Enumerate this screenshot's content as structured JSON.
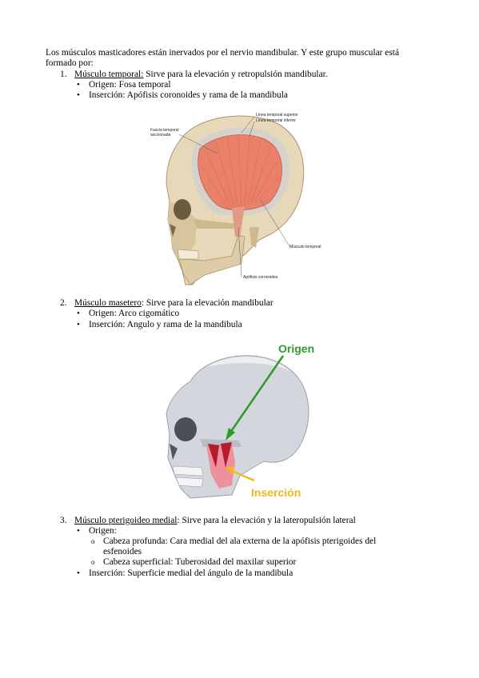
{
  "intro": {
    "line1": "Los músculos masticadores están inervados por el nervio mandibular. Y este grupo muscular está",
    "line2": "formado por:"
  },
  "items": [
    {
      "number": "1.",
      "name": "Músculo temporal:",
      "description": " Sirve para la elevación y retropulsión mandibular.",
      "details": [
        "Origen: Fosa temporal",
        "Inserción: Apófisis coronoides y rama de la mandibula"
      ]
    },
    {
      "number": "2.",
      "name": "Músculo masetero",
      "description": ": Sirve para la elevación mandibular",
      "details": [
        "Origen: Arco cigomático",
        "Inserción: Angulo y rama de la mandibula"
      ]
    },
    {
      "number": "3.",
      "name": "Músculo pterigoideo medial",
      "description": ": Sirve para la elevación y la lateropulsión lateral",
      "origin_label": "Origen:",
      "subitems": [
        "Cabeza profunda: Cara medial del ala externa de la apófisis pterigoides del",
        "esfenoides",
        "Cabeza superficial: Tuberosidad del maxilar superior"
      ],
      "insertion": "Inserción: Superficie medial del ángulo de la mandibula"
    }
  ],
  "figure1": {
    "labels": {
      "fascia_1": "Fascia temporal",
      "fascia_2": "seccionada",
      "linea_sup": "Línea temporal superior",
      "linea_inf": "Línea temporal inferior",
      "musculo": "Músculo temporal",
      "apofisis": "Apófisis coronoides"
    }
  },
  "figure2": {
    "origen": "Origen",
    "insercion": "Inserción"
  },
  "colors": {
    "bone": "#e6d8b8",
    "muscle": "#e8806a",
    "arrow_green": "#2e9a2a",
    "arrow_yellow": "#f2b81a"
  }
}
